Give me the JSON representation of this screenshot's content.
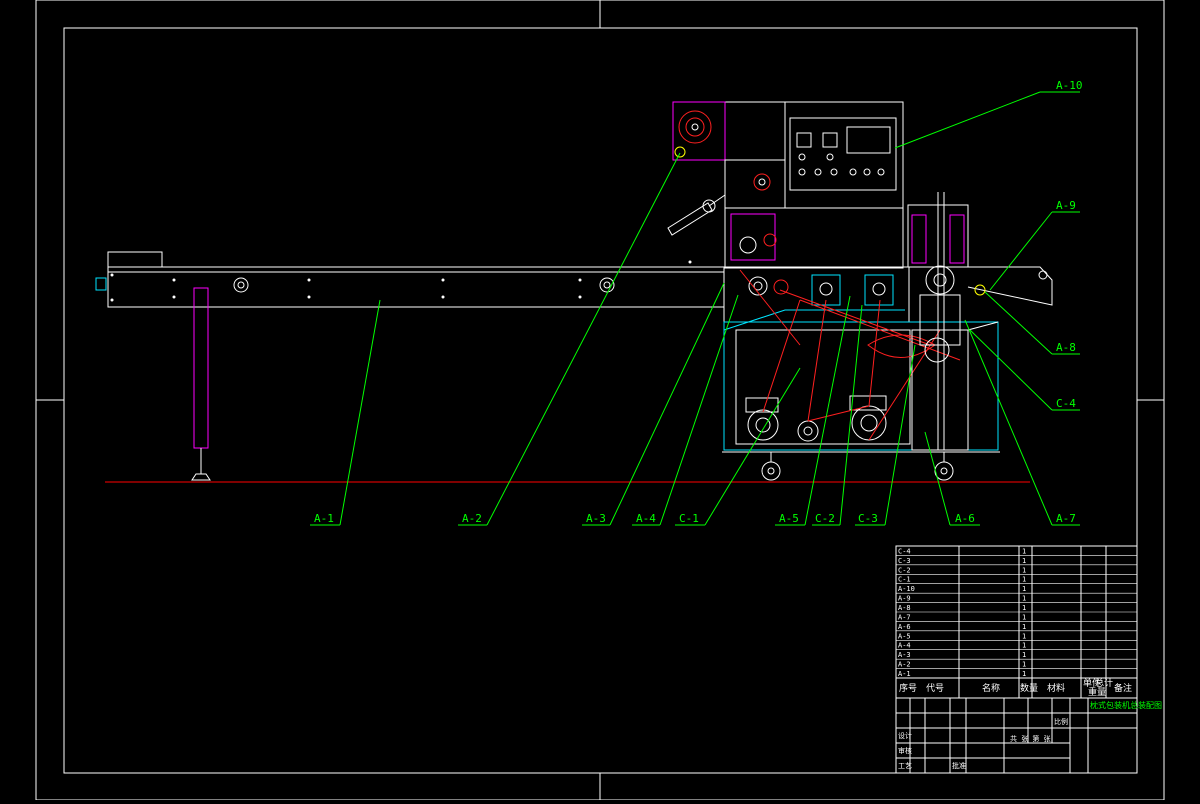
{
  "callouts": {
    "A-1": "A-1",
    "A-2": "A-2",
    "A-3": "A-3",
    "A-4": "A-4",
    "C-1": "C-1",
    "A-5": "A-5",
    "C-2": "C-2",
    "C-3": "C-3",
    "A-6": "A-6",
    "A-7": "A-7",
    "A-8": "A-8",
    "A-9": "A-9",
    "A-10": "A-10",
    "C-4": "C-4"
  },
  "title_block": {
    "bom_rows": [
      {
        "code": "C-4",
        "qty": "1"
      },
      {
        "code": "C-3",
        "qty": "1"
      },
      {
        "code": "C-2",
        "qty": "1"
      },
      {
        "code": "C-1",
        "qty": "1"
      },
      {
        "code": "A-10",
        "qty": "1"
      },
      {
        "code": "A-9",
        "qty": "1"
      },
      {
        "code": "A-8",
        "qty": "1"
      },
      {
        "code": "A-7",
        "qty": "1"
      },
      {
        "code": "A-6",
        "qty": "1"
      },
      {
        "code": "A-5",
        "qty": "1"
      },
      {
        "code": "A-4",
        "qty": "1"
      },
      {
        "code": "A-3",
        "qty": "1"
      },
      {
        "code": "A-2",
        "qty": "1"
      },
      {
        "code": "A-1",
        "qty": "1"
      }
    ],
    "header": {
      "seq": "序号",
      "code": "代号",
      "name": "名称",
      "qty": "数量",
      "material": "材料",
      "unit_weight": "单件",
      "total_weight": "总计",
      "weight": "重量",
      "remark": "备注"
    },
    "drawing_title": "枕式包装机总装配图",
    "labels": {
      "design": "设计",
      "check": "审核",
      "process": "工艺",
      "approve": "批准",
      "scale": "比例",
      "sheet": "共 张 第 张"
    }
  },
  "colors": {
    "background": "#000000",
    "frame": "#ffffff",
    "callout_line": "#00ff00",
    "callout_text": "#00ff00",
    "machine_red": "#ff2020",
    "machine_magenta": "#ff00ff",
    "machine_cyan": "#00e5ff",
    "machine_white": "#ffffff",
    "ground_line": "#ff0000"
  }
}
